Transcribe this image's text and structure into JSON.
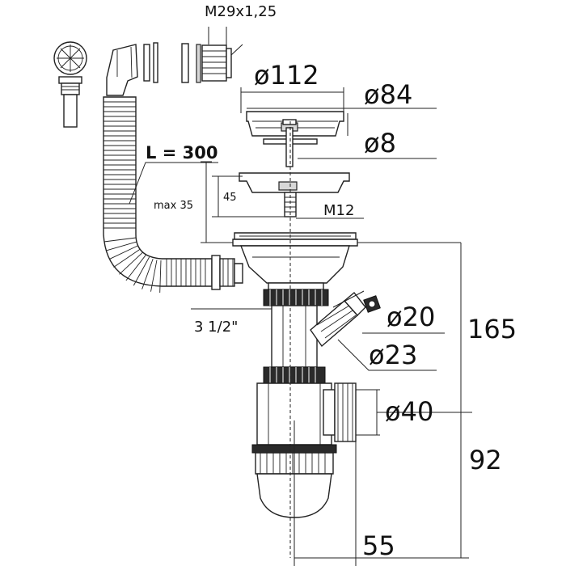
{
  "labels": {
    "thread": "M29x1,25",
    "d112": "ø112",
    "d84": "ø84",
    "d8": "ø8",
    "length": "L = 300",
    "max35": "max 35",
    "h45": "45",
    "m12": "M12",
    "inch": "3 1/2\"",
    "d20": "ø20",
    "d23": "ø23",
    "h165": "165",
    "d40": "ø40",
    "h92": "92",
    "w55": "55"
  },
  "colors": {
    "line": "#222222",
    "fill_gray": "#d8d8d8",
    "nut_dark": "#2a2a2a"
  }
}
